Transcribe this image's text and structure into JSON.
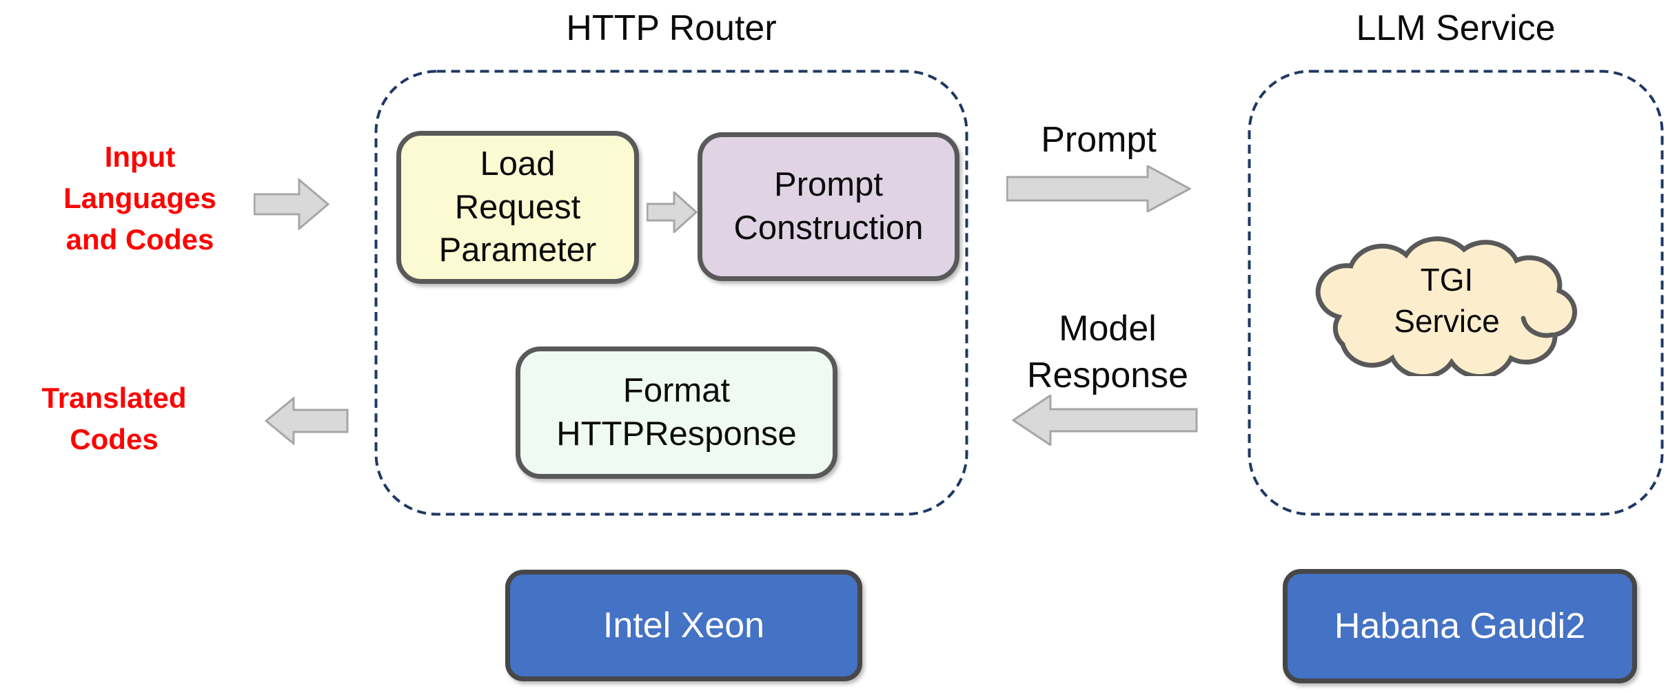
{
  "labels": {
    "input": "Input\nLanguages\nand Codes",
    "output": "Translated\nCodes",
    "prompt": "Prompt",
    "model_response": "Model\nResponse"
  },
  "router": {
    "title": "HTTP Router",
    "load_request": "Load\nRequest\nParameter",
    "prompt_construction": "Prompt\nConstruction",
    "format_response": "Format\nHTTPResponse",
    "hardware": "Intel Xeon"
  },
  "llm": {
    "title": "LLM Service",
    "cloud": "TGI\nService",
    "hardware": "Habana Gaudi2"
  },
  "icons": {
    "input_arrow": "right-block-arrow",
    "step_arrow": "right-block-arrow",
    "prompt_arrow": "right-block-arrow",
    "response_arrow": "left-block-arrow",
    "output_arrow": "left-block-arrow"
  },
  "colors": {
    "red_label": "#FF0000",
    "dashed_border": "#1F3864",
    "box_border": "#595959",
    "yellow_fill": "#FBFAD2",
    "purple_fill": "#E0D3E4",
    "mint_fill": "#EFFAF3",
    "cloud_fill": "#FCEECD",
    "blue_fill": "#4472C4",
    "blue_border": "#474747",
    "arrow_fill": "#D9D9D9",
    "arrow_border": "#A6A6A6"
  }
}
